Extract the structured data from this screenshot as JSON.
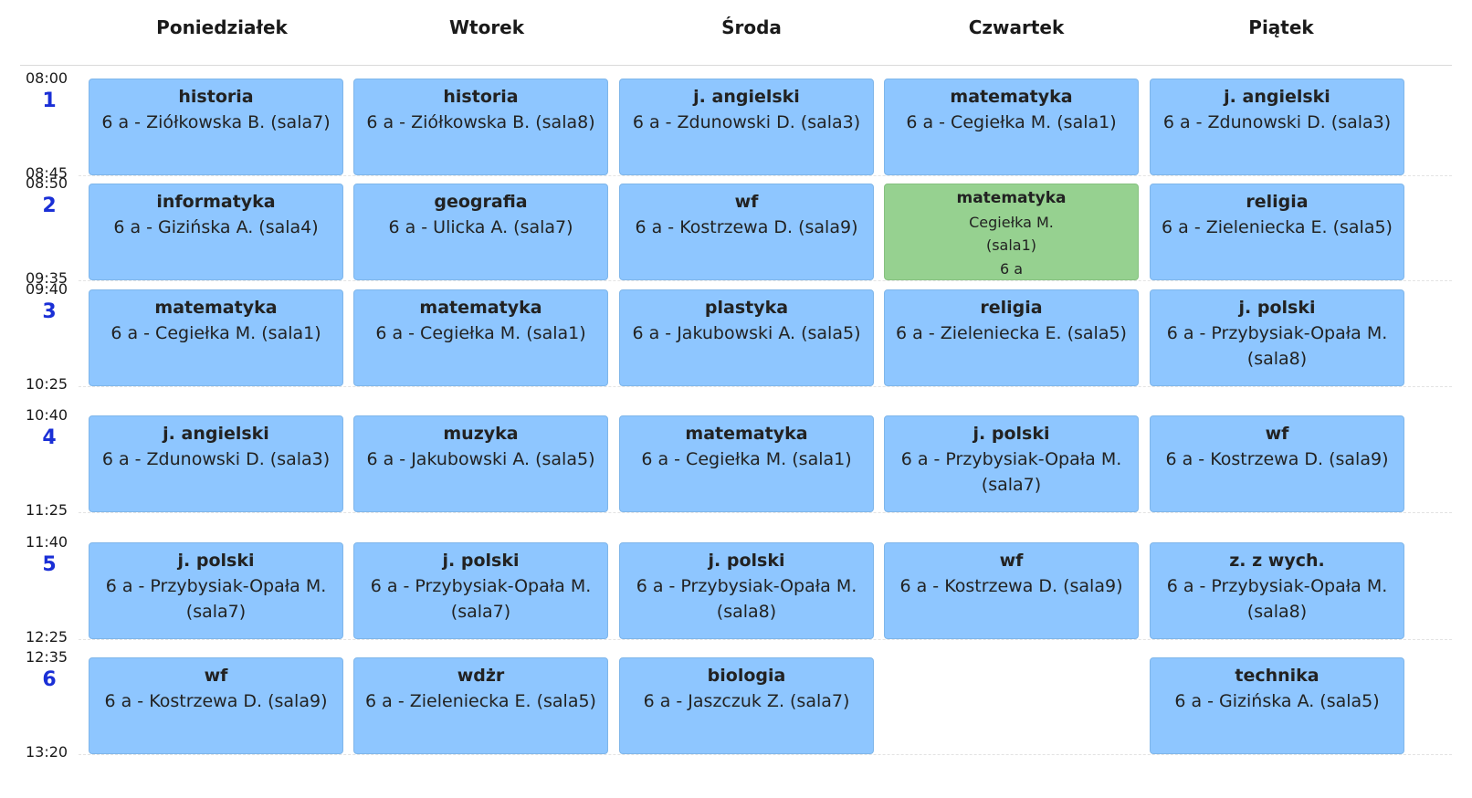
{
  "days": [
    "Poniedziałek",
    "Wtorek",
    "Środa",
    "Czwartek",
    "Piątek"
  ],
  "periods": [
    {
      "num": "1",
      "start": "08:00",
      "end": "08:45"
    },
    {
      "num": "2",
      "start": "08:50",
      "end": "09:35"
    },
    {
      "num": "3",
      "start": "09:40",
      "end": "10:25"
    },
    {
      "num": "4",
      "start": "10:40",
      "end": "11:25"
    },
    {
      "num": "5",
      "start": "11:40",
      "end": "12:25"
    },
    {
      "num": "6",
      "start": "12:35",
      "end": "13:20"
    }
  ],
  "colors": {
    "lesson": "#8ec6ff",
    "substitution": "#96d190",
    "period_number": "#1a2fd6"
  },
  "schedule": [
    [
      {
        "subject": "historia",
        "details": "6 a - Ziółkowska B. (sala7)"
      },
      {
        "subject": "historia",
        "details": "6 a - Ziółkowska B. (sala8)"
      },
      {
        "subject": "j. angielski",
        "details": "6 a - Zdunowski D. (sala3)"
      },
      {
        "subject": "matematyka",
        "details": "6 a - Cegiełka M. (sala1)"
      },
      {
        "subject": "j. angielski",
        "details": "6 a - Zdunowski D. (sala3)"
      }
    ],
    [
      {
        "subject": "informatyka",
        "details": "6 a - Gizińska A. (sala4)"
      },
      {
        "subject": "geografia",
        "details": "6 a - Ulicka A. (sala7)"
      },
      {
        "subject": "wf",
        "details": "6 a - Kostrzewa D. (sala9)"
      },
      {
        "subject": "matematyka",
        "teacher": "Cegiełka M.",
        "room": "(sala1)",
        "class": "6 a",
        "substitution": true
      },
      {
        "subject": "religia",
        "details": "6 a - Zieleniecka E. (sala5)"
      }
    ],
    [
      {
        "subject": "matematyka",
        "details": "6 a - Cegiełka M. (sala1)"
      },
      {
        "subject": "matematyka",
        "details": "6 a - Cegiełka M. (sala1)"
      },
      {
        "subject": "plastyka",
        "details": "6 a - Jakubowski A. (sala5)"
      },
      {
        "subject": "religia",
        "details": "6 a - Zieleniecka E. (sala5)"
      },
      {
        "subject": "j. polski",
        "details": "6 a - Przybysiak-Opała M. (sala8)"
      }
    ],
    [
      {
        "subject": "j. angielski",
        "details": "6 a - Zdunowski D. (sala3)"
      },
      {
        "subject": "muzyka",
        "details": "6 a - Jakubowski A. (sala5)"
      },
      {
        "subject": "matematyka",
        "details": "6 a - Cegiełka M. (sala1)"
      },
      {
        "subject": "j. polski",
        "details": "6 a - Przybysiak-Opała M. (sala7)"
      },
      {
        "subject": "wf",
        "details": "6 a - Kostrzewa D. (sala9)"
      }
    ],
    [
      {
        "subject": "j. polski",
        "details": "6 a - Przybysiak-Opała M. (sala7)"
      },
      {
        "subject": "j. polski",
        "details": "6 a - Przybysiak-Opała M. (sala7)"
      },
      {
        "subject": "j. polski",
        "details": "6 a - Przybysiak-Opała M. (sala8)"
      },
      {
        "subject": "wf",
        "details": "6 a - Kostrzewa D. (sala9)"
      },
      {
        "subject": "z. z wych.",
        "details": "6 a - Przybysiak-Opała M. (sala8)"
      }
    ],
    [
      {
        "subject": "wf",
        "details": "6 a - Kostrzewa D. (sala9)"
      },
      {
        "subject": "wdżr",
        "details": "6 a - Zieleniecka E. (sala5)"
      },
      {
        "subject": "biologia",
        "details": "6 a - Jaszczuk Z. (sala7)"
      },
      null,
      {
        "subject": "technika",
        "details": "6 a - Gizińska A. (sala5)"
      }
    ]
  ]
}
